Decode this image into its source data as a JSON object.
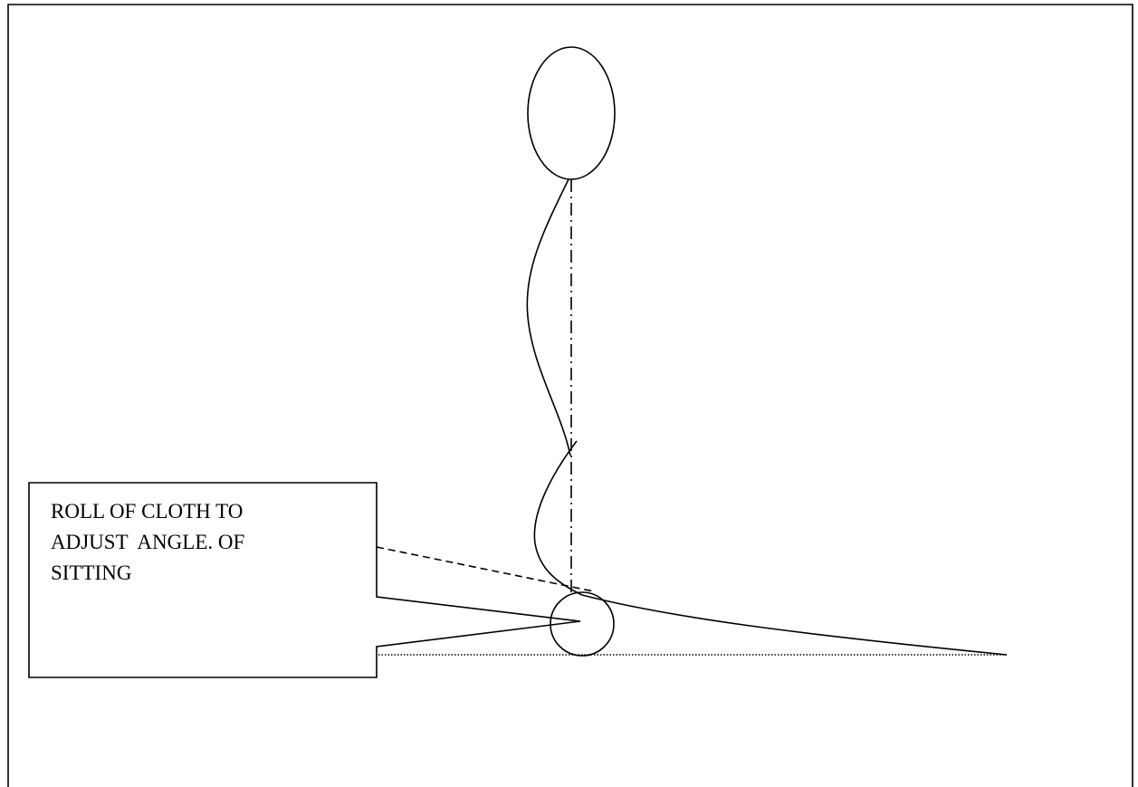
{
  "diagram": {
    "callout": {
      "lines": [
        "ROLL OF CLOTH TO",
        "ADJUST  ANGLE. OF",
        "SITTING"
      ]
    }
  }
}
